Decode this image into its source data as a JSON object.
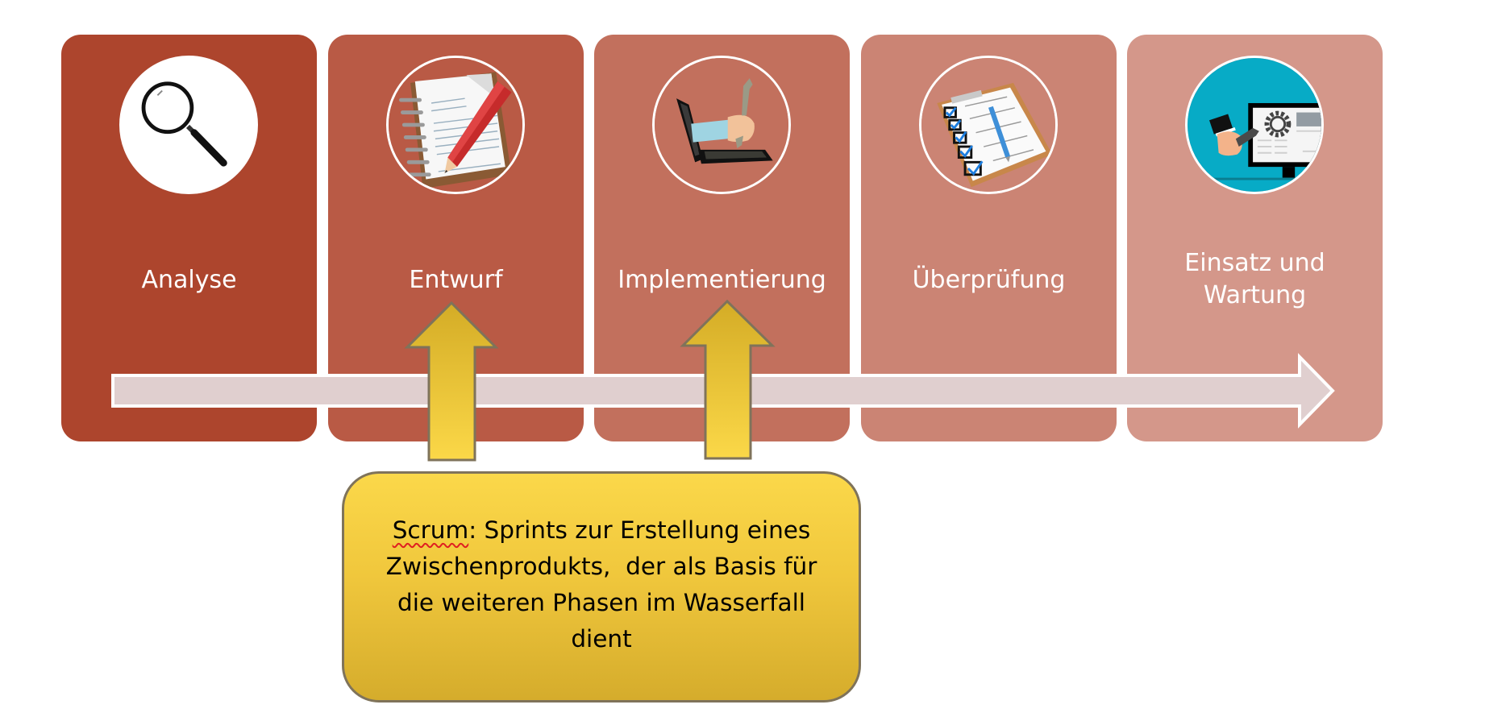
{
  "diagram": {
    "title": "Wasserfallmodell mit Scrum",
    "phases": [
      {
        "label": "Analyse",
        "icon": "magnifying-glass-icon",
        "color": "#ad452d"
      },
      {
        "label": "Entwurf",
        "icon": "notepad-pencil-icon",
        "color": "#b95a45"
      },
      {
        "label": "Implementierung",
        "icon": "laptop-wrench-icon",
        "color": "#c2705d"
      },
      {
        "label": "Überprüfung",
        "icon": "checklist-clipboard-icon",
        "color": "#cb8474"
      },
      {
        "label_line1": "Einsatz und",
        "label_line2": "Wartung",
        "icon": "monitor-maintenance-icon",
        "color": "#d4978a"
      }
    ],
    "flow_arrow": {
      "direction": "right",
      "fill": "#e0cfcf"
    },
    "scrum_arrows": {
      "count": 2,
      "points_to": [
        "Entwurf",
        "Implementierung"
      ],
      "fill_top": "#d4ac26",
      "fill_bottom": "#fbd848"
    },
    "callout": {
      "keyword": "Scrum",
      "rest_line1": ": Sprints zur Erstellung eines",
      "line2": "Zwischenprodukts,  der als Basis für",
      "line3": "die weiteren Phasen im Wasserfall",
      "line4": "dient"
    }
  }
}
